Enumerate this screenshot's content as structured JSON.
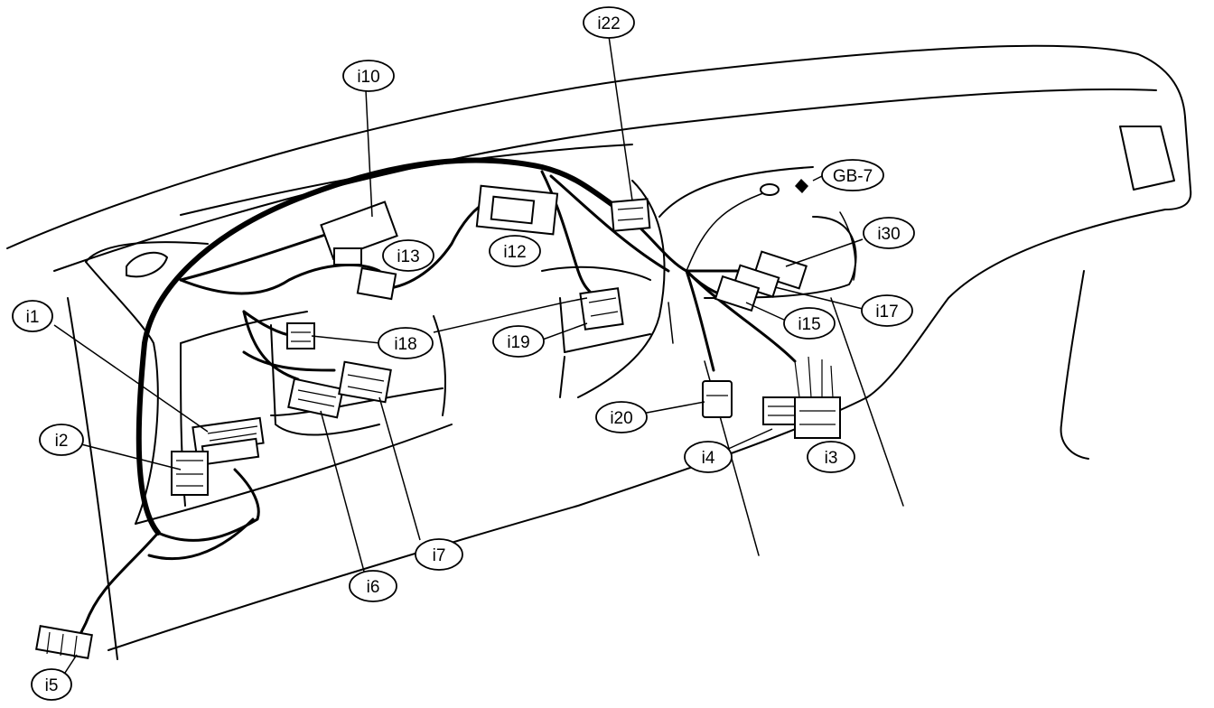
{
  "callouts": [
    {
      "id": "i1",
      "label": "i1"
    },
    {
      "id": "i2",
      "label": "i2"
    },
    {
      "id": "i3",
      "label": "i3"
    },
    {
      "id": "i4",
      "label": "i4"
    },
    {
      "id": "i5",
      "label": "i5"
    },
    {
      "id": "i6",
      "label": "i6"
    },
    {
      "id": "i7",
      "label": "i7"
    },
    {
      "id": "i10",
      "label": "i10"
    },
    {
      "id": "i12",
      "label": "i12"
    },
    {
      "id": "i13",
      "label": "i13"
    },
    {
      "id": "i15",
      "label": "i15"
    },
    {
      "id": "i17",
      "label": "i17"
    },
    {
      "id": "i18",
      "label": "i18"
    },
    {
      "id": "i19",
      "label": "i19"
    },
    {
      "id": "i20",
      "label": "i20"
    },
    {
      "id": "i22",
      "label": "i22"
    },
    {
      "id": "i30",
      "label": "i30"
    },
    {
      "id": "gb7",
      "label": "GB-7"
    }
  ]
}
